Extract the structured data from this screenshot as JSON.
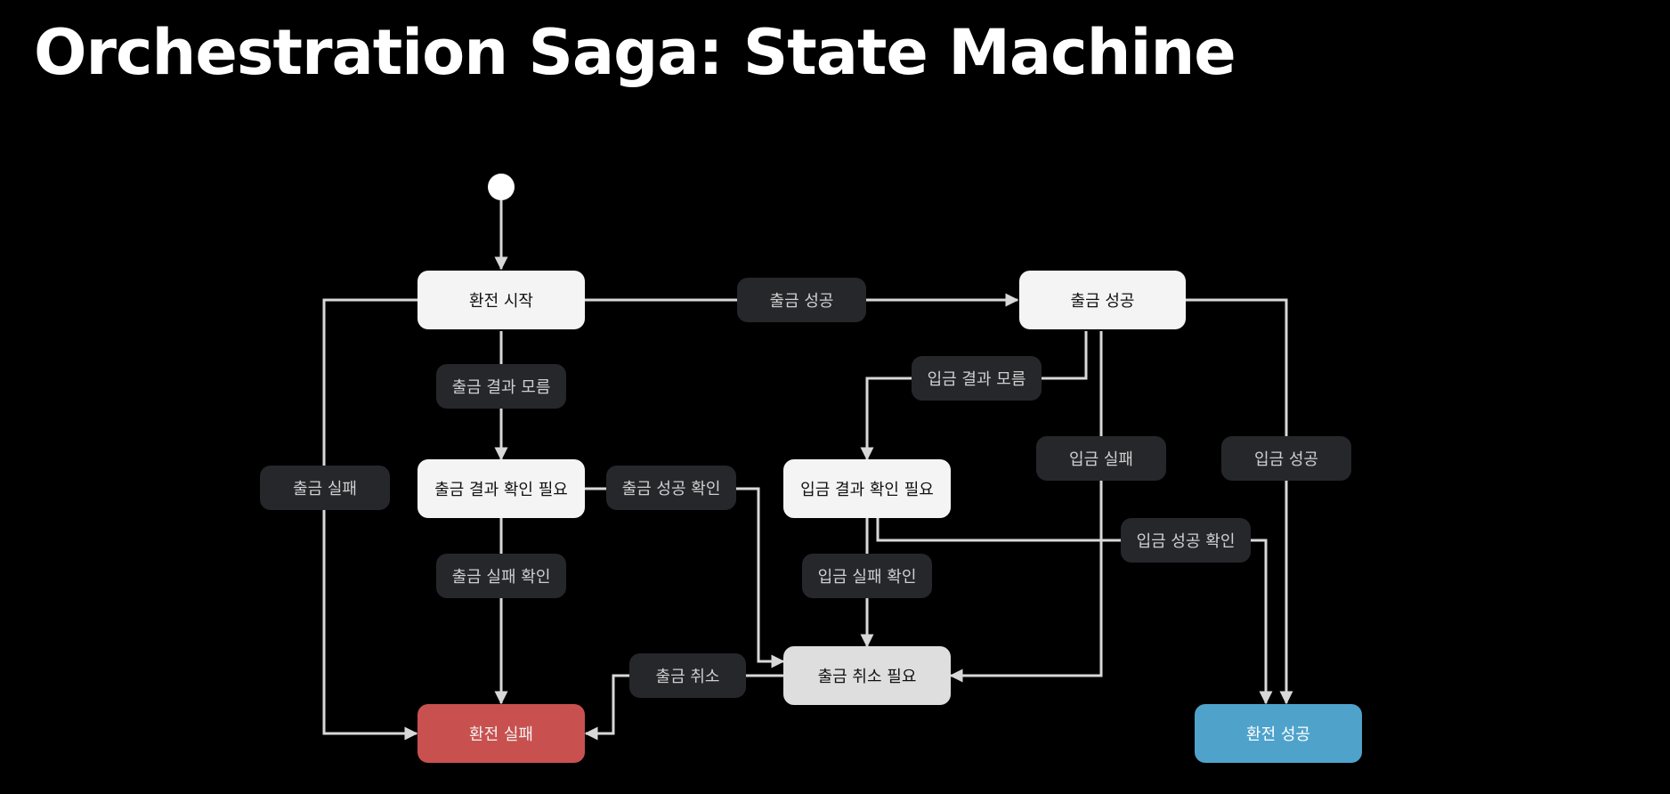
{
  "title": "Orchestration Saga: State Machine",
  "states": {
    "exchange_start": "환전 시작",
    "withdraw_success": "출금 성공",
    "withdraw_check_needed": "출금 결과 확인 필요",
    "deposit_check_needed": "입금 결과 확인 필요",
    "withdraw_cancel_needed": "출금 취소 필요",
    "exchange_fail": "환전 실패",
    "exchange_success": "환전 성공"
  },
  "transitions": {
    "withdraw_success": "출금 성공",
    "withdraw_result_unknown": "출금 결과 모름",
    "withdraw_fail": "출금 실패",
    "withdraw_success_confirm": "출금 성공 확인",
    "withdraw_fail_confirm": "출금 실패 확인",
    "deposit_result_unknown": "입금 결과 모름",
    "deposit_fail": "입금 실패",
    "deposit_success": "입금 성공",
    "deposit_fail_confirm": "입금 실패 확인",
    "deposit_success_confirm": "입금 성공 확인",
    "withdraw_cancel": "출금 취소"
  },
  "colors": {
    "background": "#000000",
    "state": "#f4f4f5",
    "fail_state": "#c8514f",
    "success_state": "#4fa3cb",
    "edge_label": "#26272b",
    "edge_line": "#d8d8d8"
  }
}
